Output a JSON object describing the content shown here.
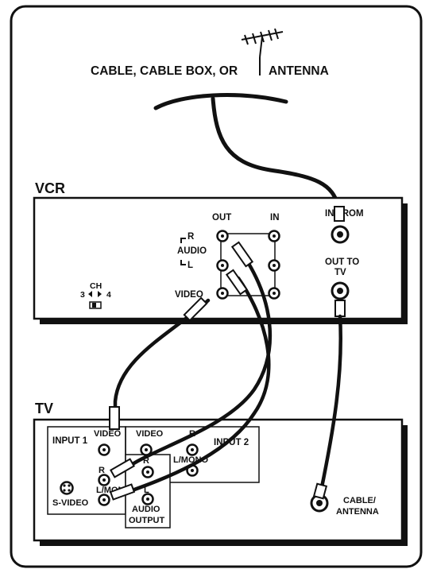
{
  "source": {
    "label": "CABLE, CABLE BOX, OR ANTENNA",
    "label_part1": "CABLE, CABLE BOX, OR",
    "label_part2": "ANTENNA"
  },
  "vcr": {
    "title": "VCR",
    "out_label": "OUT",
    "in_label": "IN",
    "audio_label": "AUDIO",
    "r_label": "R",
    "l_label": "L",
    "video_label": "VIDEO",
    "in_from_label": "IN FROM",
    "out_to_tv_line1": "OUT TO",
    "out_to_tv_line2": "TV",
    "ch_label": "CH",
    "ch_3": "3",
    "ch_4": "4"
  },
  "tv": {
    "title": "TV",
    "input1_label": "INPUT 1",
    "input2_label": "INPUT 2",
    "video_label_1": "VIDEO",
    "video_label_2": "VIDEO",
    "r_label_1": "R",
    "r_label_2": "R",
    "r_label_3": "R",
    "lmono_label_1": "L/MONO",
    "lmono_label_2": "L/MONO",
    "l_label": "L",
    "svideo_label": "S-VIDEO",
    "audio_output_line1": "AUDIO",
    "audio_output_line2": "OUTPUT",
    "cable_antenna_line1": "CABLE/",
    "cable_antenna_line2": "ANTENNA"
  },
  "colors": {
    "ink": "#111111",
    "background": "#ffffff",
    "panel_shadow": "#111111"
  }
}
